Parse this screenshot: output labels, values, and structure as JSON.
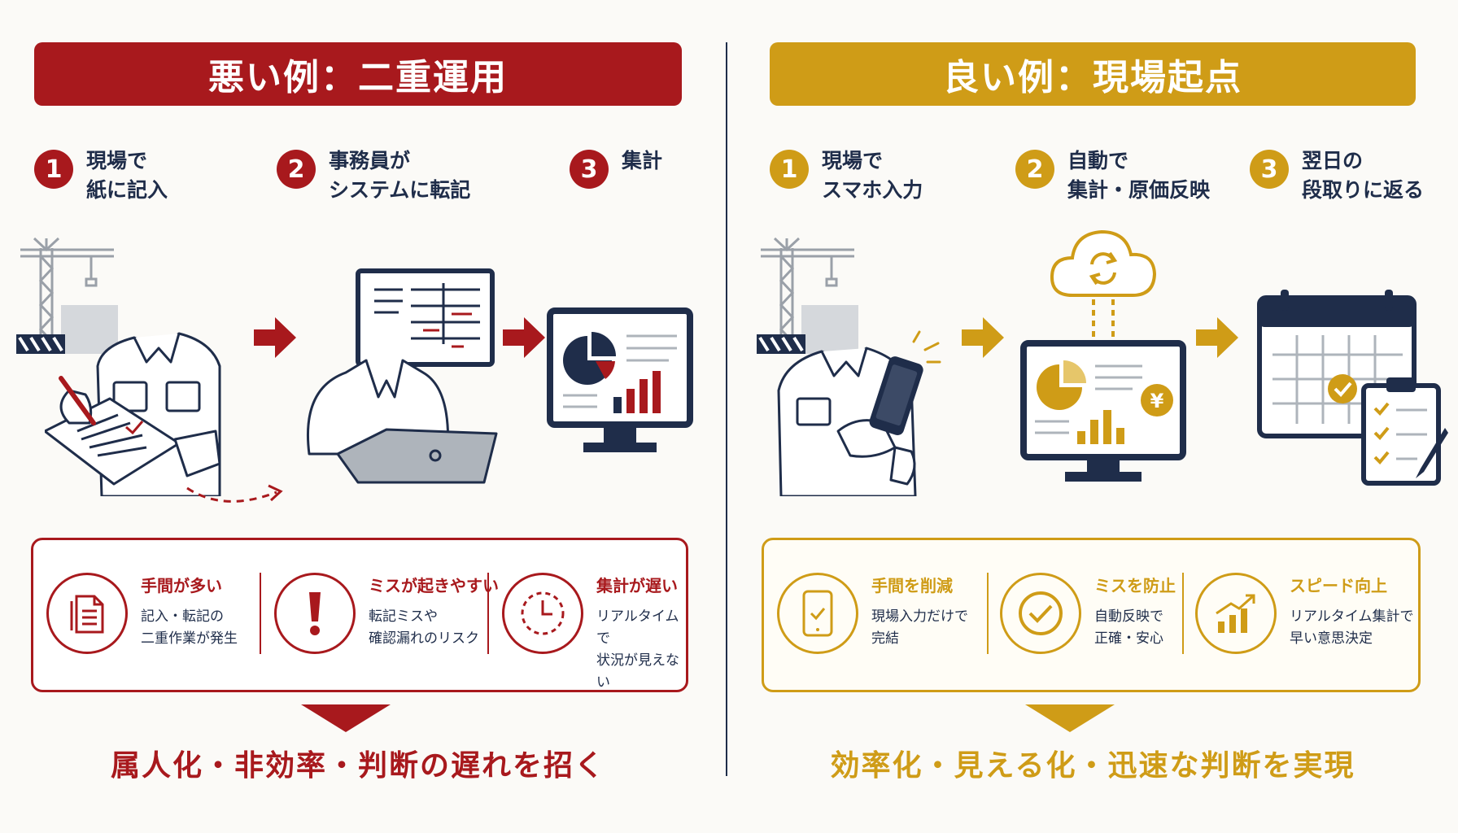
{
  "colors": {
    "bad": "#a8191d",
    "good": "#cf9c17",
    "navy": "#1f2d4a"
  },
  "bad": {
    "title": "悪い例：二重運用",
    "steps": [
      {
        "num": "1",
        "text": "現場で\n紙に記入"
      },
      {
        "num": "2",
        "text": "事務員が\nシステムに転記"
      },
      {
        "num": "3",
        "text": "集計"
      }
    ],
    "issues": [
      {
        "icon": "document-icon",
        "title": "手間が多い",
        "desc": "記入・転記の\n二重作業が発生"
      },
      {
        "icon": "exclamation-icon",
        "title": "ミスが起きやすい",
        "desc": "転記ミスや\n確認漏れのリスク"
      },
      {
        "icon": "clock-icon",
        "title": "集計が遅い",
        "desc": "リアルタイムで\n状況が見えない"
      }
    ],
    "conclusion": "属人化・非効率・判断の遅れを招く"
  },
  "good": {
    "title": "良い例：現場起点",
    "steps": [
      {
        "num": "1",
        "text": "現場で\nスマホ入力"
      },
      {
        "num": "2",
        "text": "自動で\n集計・原価反映"
      },
      {
        "num": "3",
        "text": "翌日の\n段取りに返る"
      }
    ],
    "benefits": [
      {
        "icon": "smartphone-check-icon",
        "title": "手間を削減",
        "desc": "現場入力だけで\n完結"
      },
      {
        "icon": "check-circle-icon",
        "title": "ミスを防止",
        "desc": "自動反映で\n正確・安心"
      },
      {
        "icon": "growth-chart-icon",
        "title": "スピード向上",
        "desc": "リアルタイム集計で\n早い意思決定"
      }
    ],
    "conclusion": "効率化・見える化・迅速な判断を実現",
    "currency_symbol": "¥"
  }
}
